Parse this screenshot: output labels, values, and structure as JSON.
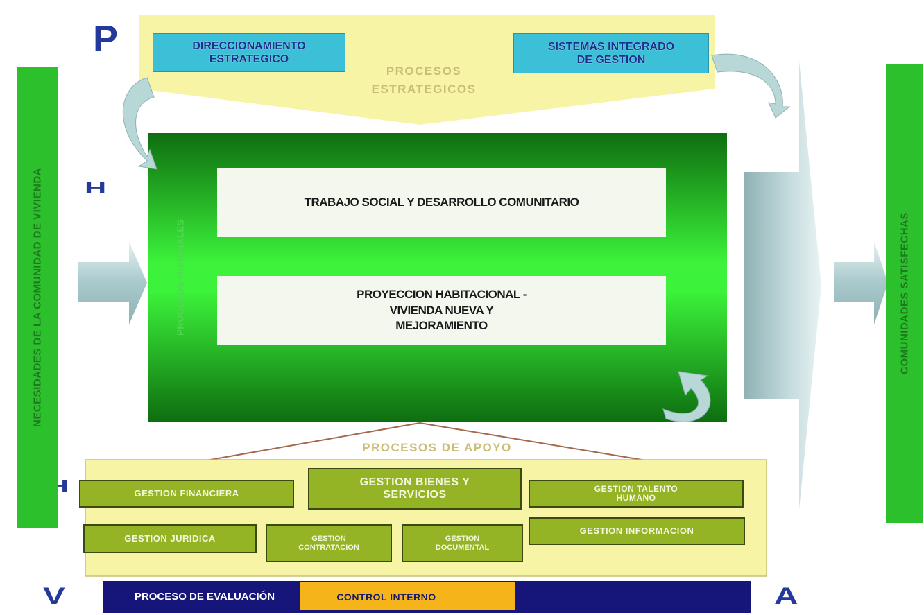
{
  "pdca": {
    "p": "P",
    "h1": "H",
    "h2": "H",
    "v": "V",
    "a": "A"
  },
  "left_bar": {
    "label": "NECESIDADES DE LA COMUNIDAD DE VIVIENDA"
  },
  "right_bar": {
    "label": "COMUNIDADES SATISFECHAS"
  },
  "strategic": {
    "title": "PROCESOS ESTRATEGICOS",
    "boxes": [
      {
        "label": "DIRECCIONAMIENTO ESTRATEGICO"
      },
      {
        "label": "SISTEMAS INTEGRADO DE GESTION"
      }
    ]
  },
  "misional": {
    "label": "PROCESOS MISIONALES",
    "boxes": [
      {
        "label": "TRABAJO SOCIAL Y DESARROLLO COMUNITARIO"
      },
      {
        "label": "PROYECCION HABITACIONAL - VIVIENDA NUEVA Y MEJORAMIENTO"
      }
    ]
  },
  "support": {
    "title": "PROCESOS DE APOYO",
    "boxes": [
      {
        "label": "GESTION FINANCIERA"
      },
      {
        "label": "GESTION BIENES Y SERVICIOS"
      },
      {
        "label": "GESTION TALENTO HUMANO"
      },
      {
        "label": "GESTION JURIDICA"
      },
      {
        "label": "GESTION CONTRATACION"
      },
      {
        "label": "GESTION DOCUMENTAL"
      },
      {
        "label": "GESTION INFORMACION"
      }
    ]
  },
  "evaluation": {
    "label": "PROCESO DE EVALUACIÓN",
    "control": "CONTROL INTERNO"
  },
  "colors": {
    "side_green": "#2cc02c",
    "strategic_yellow": "#f8f4a6",
    "cyan": "#3cc0d8",
    "olive": "#94b426",
    "navy": "#15157a",
    "orange": "#f4b41a"
  }
}
